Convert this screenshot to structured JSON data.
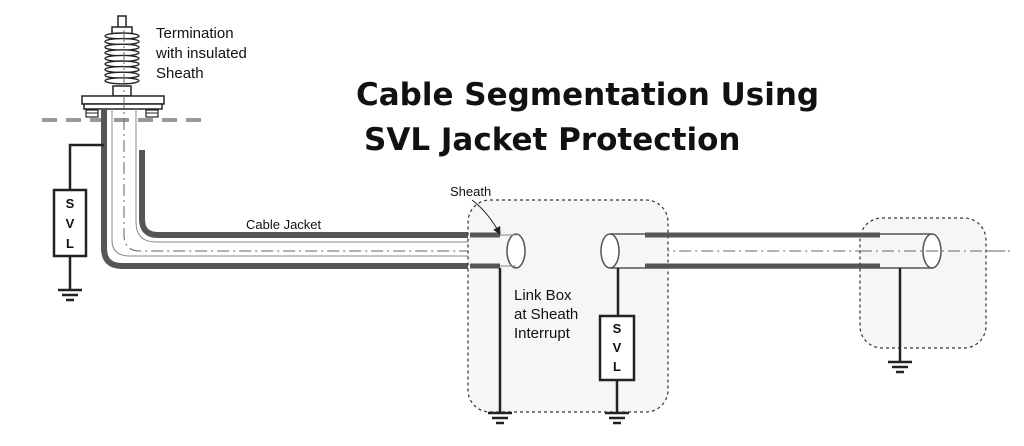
{
  "title": {
    "line1": "Cable Segmentation  Using",
    "line2": "SVL Jacket Protection"
  },
  "termination_label": [
    "Termination",
    "with insulated",
    "Sheath"
  ],
  "cable_jacket_label": "Cable Jacket",
  "sheath_label": "Sheath",
  "link_box_label": [
    "Link Box",
    "at Sheath",
    "Interrupt"
  ],
  "svl_letters": [
    "S",
    "V",
    "L"
  ]
}
